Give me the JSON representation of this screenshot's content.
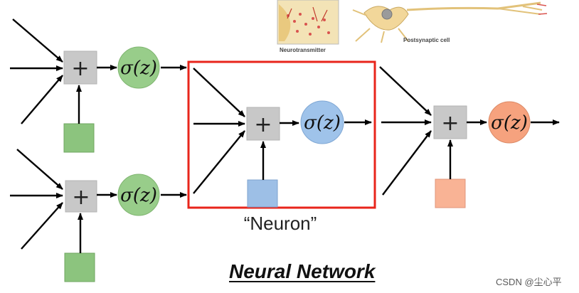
{
  "bio_panel": {
    "left_caption": "Neurotransmitter",
    "right_caption": "Postsynaptic cell"
  },
  "sum_symbol": "+",
  "activation_label": "σ(z)",
  "neuron_label": "“Neuron”",
  "title": "Neural Network",
  "watermark": "CSDN @尘心平",
  "colors": {
    "bias_green": "#8cc47e",
    "activation_green": "#98cd8a",
    "bias_blue": "#9dbfe6",
    "activation_blue": "#9fc3ea",
    "bias_orange": "#f9b395",
    "activation_orange": "#f6a27e",
    "highlight_red": "#e8251b",
    "sum_gray": "#c8c8c8"
  }
}
